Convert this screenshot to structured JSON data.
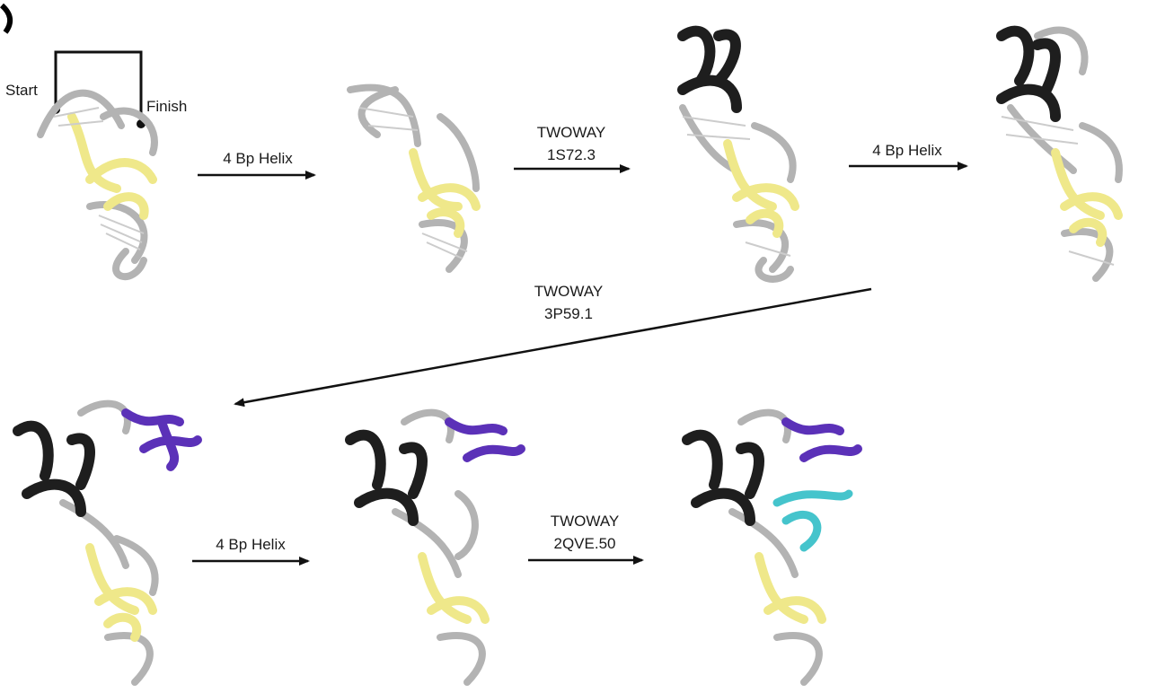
{
  "annotations": {
    "start": "Start",
    "finish": "Finish"
  },
  "steps": [
    {
      "line1": "4 Bp Helix",
      "line2": ""
    },
    {
      "line1": "TWOWAY",
      "line2": "1S72.3"
    },
    {
      "line1": "4 Bp Helix",
      "line2": ""
    },
    {
      "line1": "TWOWAY",
      "line2": "3P59.1"
    },
    {
      "line1": "4 Bp Helix",
      "line2": ""
    },
    {
      "line1": "TWOWAY",
      "line2": "2QVE.50"
    }
  ],
  "colors": {
    "backbone": "#b3b3b3",
    "helix": "#efe88a",
    "motif_1S72": "#1e1e1e",
    "motif_3P59": "#5b31b8",
    "motif_2QVE": "#45c4cc",
    "arrow": "#111111"
  }
}
